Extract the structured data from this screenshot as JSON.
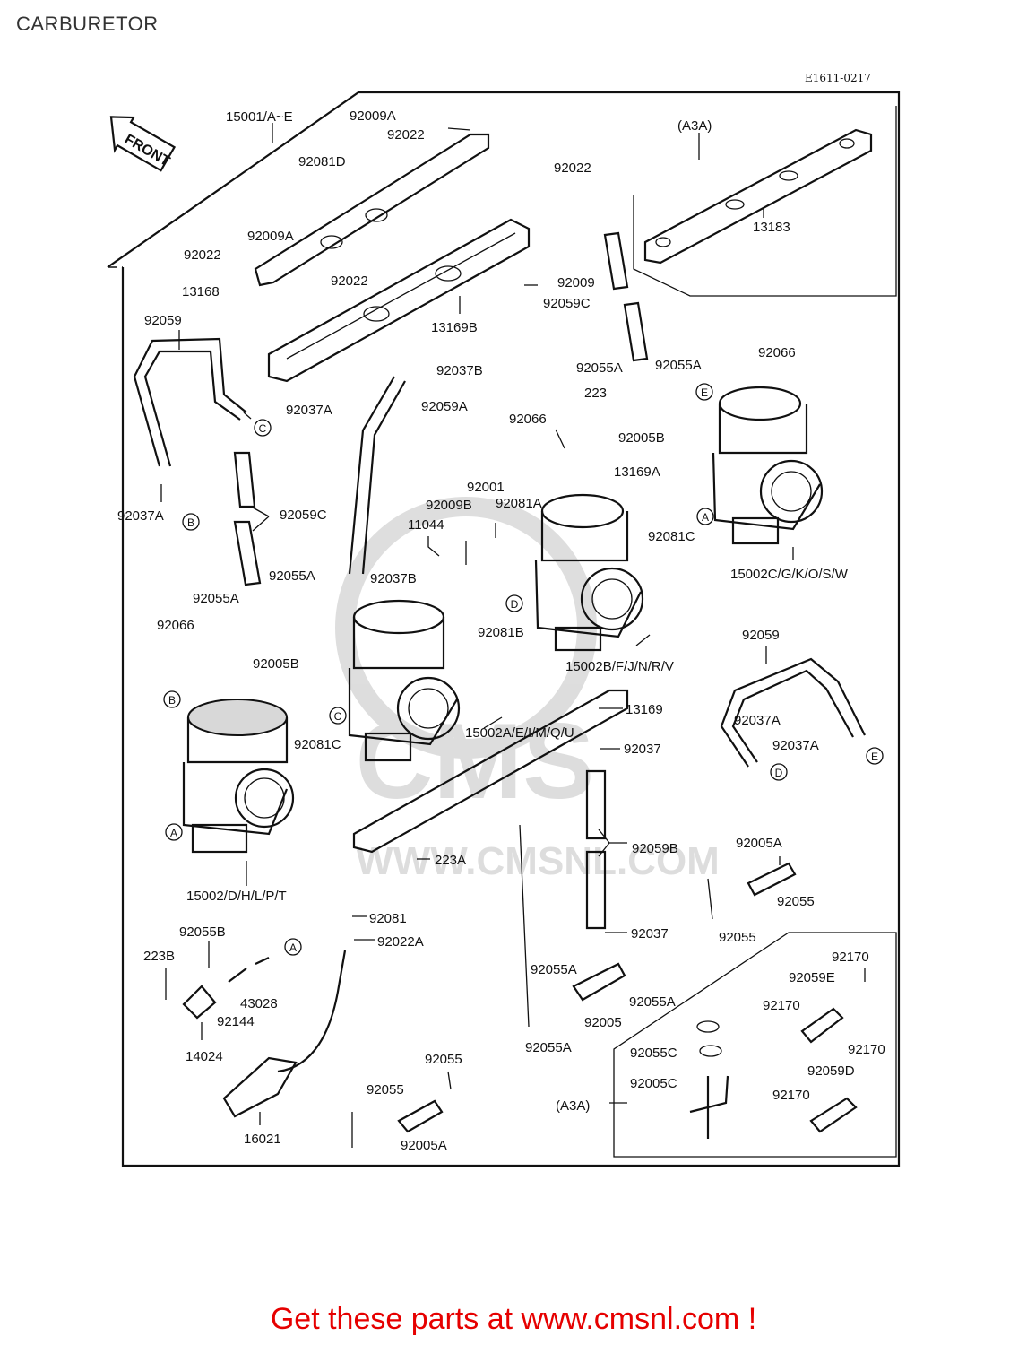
{
  "title": "CARBURETOR",
  "diagram_code": "E1611-0217",
  "front_label": "FRONT",
  "footer_text": "Get these parts at www.cmsnl.com !",
  "watermark_text": "WWW.CMSNL.COM",
  "watermark_logo_text": "CMS",
  "callouts": {
    "c15001": "15001/A~E",
    "c92009A_top": "92009A",
    "c92022_a": "92022",
    "c92081D": "92081D",
    "c92022_b": "92022",
    "cA3A_top": "(A3A)",
    "c13183": "13183",
    "c92009A_mid": "92009A",
    "c92022_c": "92022",
    "c92022_d": "92022",
    "c13168": "13168",
    "c92009": "92009",
    "c92059C_top": "92059C",
    "c13169B": "13169B",
    "c92059_left": "92059",
    "c92037B_top": "92037B",
    "c92055A_a": "92055A",
    "c92055A_b": "92055A",
    "c92066_top": "92066",
    "c92037A_left": "92037A",
    "c92059A": "92059A",
    "c223": "223",
    "c92066_mid": "92066",
    "c92005B_top": "92005B",
    "c13169A": "13169A",
    "c92037A_bot": "92037A",
    "c92059C_mid": "92059C",
    "c92001": "92001",
    "c92009B": "92009B",
    "c92081A": "92081A",
    "c11044": "11044",
    "c92081C_top": "92081C",
    "c15002C": "15002C/G/K/O/S/W",
    "c92055A_c": "92055A",
    "c92037B_mid": "92037B",
    "c92055A_d": "92055A",
    "c92066_left": "92066",
    "c92005B_mid": "92005B",
    "c92081B": "92081B",
    "c15002B": "15002B/F/J/N/R/V",
    "c92059_right": "92059",
    "c13169": "13169",
    "c15002A": "15002A/E/I/M/Q/U",
    "c92081C_mid": "92081C",
    "c92037A_r1": "92037A",
    "c92037A_r2": "92037A",
    "c92037_a": "92037",
    "c92059B": "92059B",
    "c92005A_right": "92005A",
    "c223A": "223A",
    "c92055_r1": "92055",
    "c92055_r2": "92055",
    "c15002D": "15002/D/H/L/P/T",
    "c92081": "92081",
    "c92022A": "92022A",
    "c92037_b": "92037",
    "c92055B": "92055B",
    "c223B": "223B",
    "c43028": "43028",
    "c92144": "92144",
    "c14024": "14024",
    "c92055A_e": "92055A",
    "c92055A_f": "92055A",
    "c92005": "92005",
    "c92055A_g": "92055A",
    "c92170_a": "92170",
    "c92059E": "92059E",
    "c92170_b": "92170",
    "c92055C": "92055C",
    "c92005C": "92005C",
    "c92170_c": "92170",
    "c92059D": "92059D",
    "c92170_d": "92170",
    "cA3A_bot": "(A3A)",
    "c92055_a": "92055",
    "c92055_b": "92055",
    "c92005A_bot": "92005A",
    "c16021": "16021"
  },
  "ref_markers": {
    "A1": "A",
    "A2": "A",
    "A3": "A",
    "B1": "B",
    "B2": "B",
    "C1": "C",
    "C2": "C",
    "D1": "D",
    "D2": "D",
    "E1": "E",
    "E2": "E"
  }
}
